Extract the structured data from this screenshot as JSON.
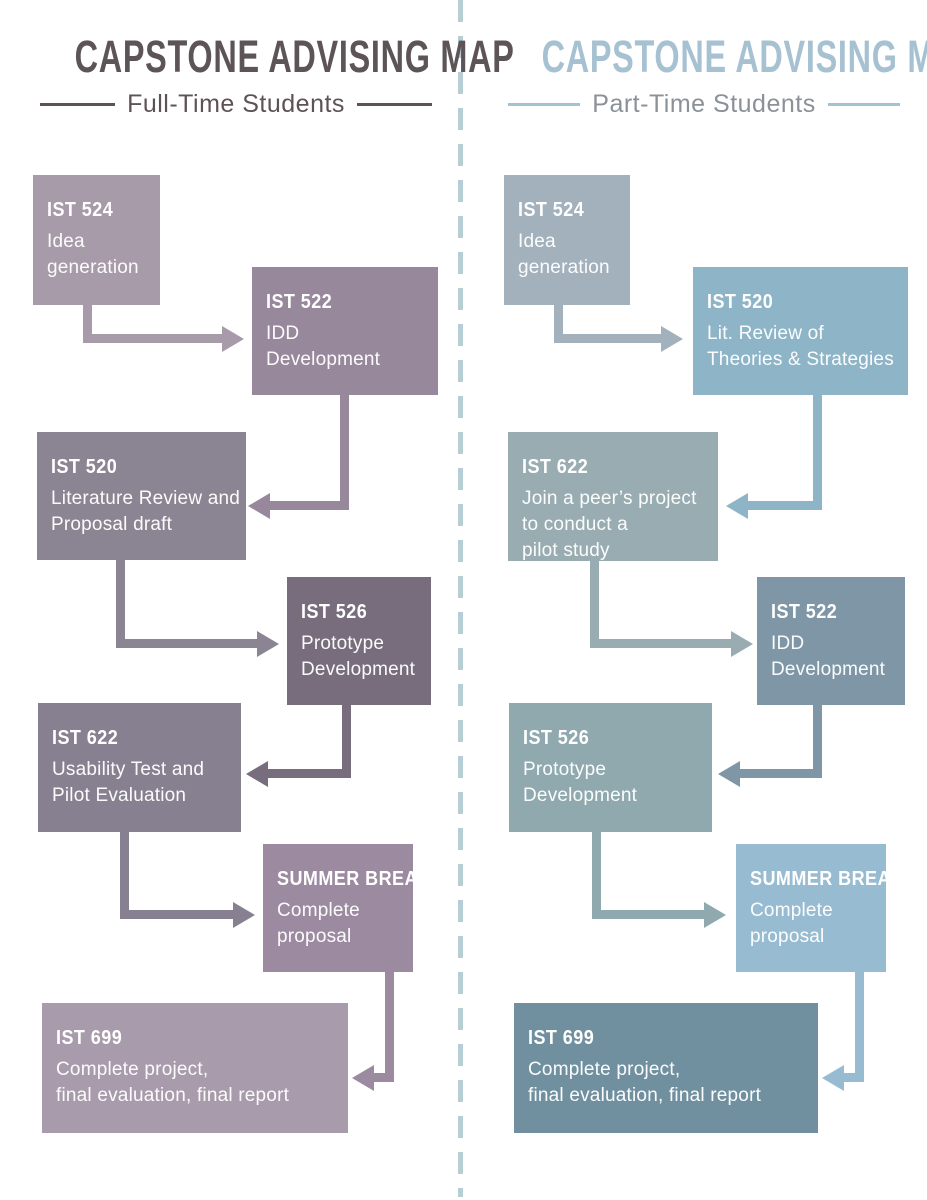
{
  "divider": {
    "color": "#b8ced5"
  },
  "columns": [
    {
      "title": "CAPSTONE ADVISING MAP",
      "subtitle": "Full-Time Students",
      "title_color": "#5d5458",
      "subtitle_text_color": "#5e5157",
      "subtitle_line_color": "#5e5157",
      "boxes": [
        {
          "code": "IST 524",
          "lines": [
            "Idea",
            "generation"
          ],
          "color": "#a79aa9"
        },
        {
          "code": "IST 522",
          "lines": [
            "IDD",
            "Development"
          ],
          "color": "#97889b"
        },
        {
          "code": "IST 520",
          "lines": [
            "Literature Review and",
            "Proposal draft"
          ],
          "color": "#8b8492"
        },
        {
          "code": "IST 526",
          "lines": [
            "Prototype",
            "Development"
          ],
          "color": "#786d7c"
        },
        {
          "code": "IST 622",
          "lines": [
            "Usability Test and",
            "Pilot Evaluation"
          ],
          "color": "#868090"
        },
        {
          "code": "SUMMER BREAK",
          "lines": [
            "Complete",
            "proposal"
          ],
          "color": "#9c8ba0"
        },
        {
          "code": "IST 699",
          "lines": [
            "Complete project,",
            "final evaluation, final report"
          ],
          "color": "#a89bac"
        }
      ]
    },
    {
      "title": "CAPSTONE ADVISING MAP",
      "subtitle": "Part-Time Students",
      "title_color": "#a6c1d1",
      "subtitle_text_color": "#8a9197",
      "subtitle_line_color": "#a3c3d0",
      "boxes": [
        {
          "code": "IST 524",
          "lines": [
            "Idea",
            "generation"
          ],
          "color": "#a2b1bc"
        },
        {
          "code": "IST 520",
          "lines": [
            "Lit. Review of",
            "Theories & Strategies"
          ],
          "color": "#8db4c7"
        },
        {
          "code": "IST 622",
          "lines": [
            "Join a peer’s project",
            "to conduct a",
            "pilot study"
          ],
          "color": "#98acb1"
        },
        {
          "code": "IST 522",
          "lines": [
            "IDD",
            "Development"
          ],
          "color": "#7e96a6"
        },
        {
          "code": "IST 526",
          "lines": [
            "Prototype",
            "Development"
          ],
          "color": "#8fa9ae"
        },
        {
          "code": "SUMMER BREAK",
          "lines": [
            "Complete",
            "proposal"
          ],
          "color": "#97bcd1"
        },
        {
          "code": "IST 699",
          "lines": [
            "Complete project,",
            "final evaluation, final report"
          ],
          "color": "#71909f"
        }
      ]
    }
  ]
}
